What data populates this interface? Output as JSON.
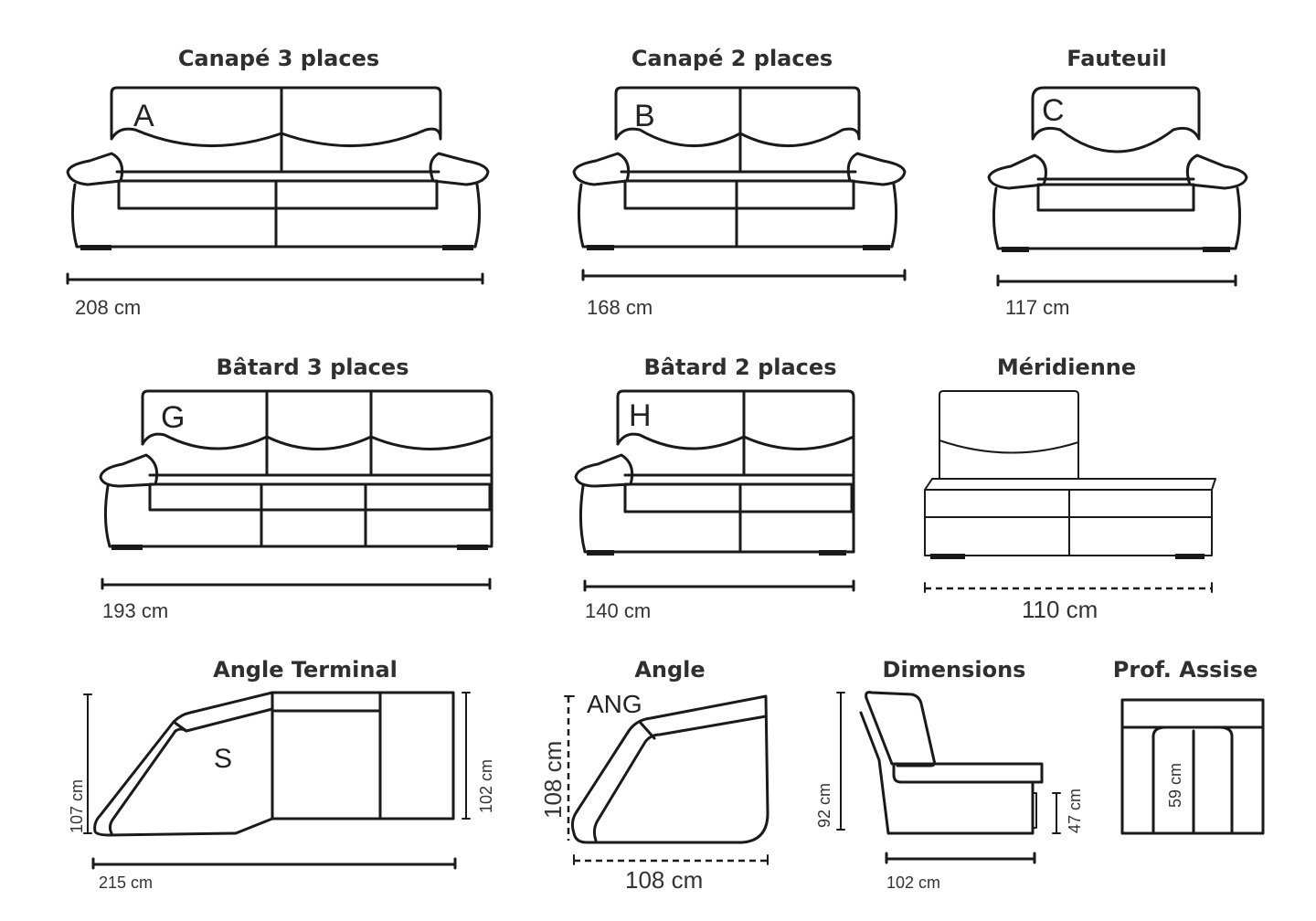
{
  "titles": {
    "canape3": "Canapé 3 places",
    "canape2": "Canapé 2 places",
    "fauteuil": "Fauteuil",
    "batard3": "Bâtard 3 places",
    "batard2": "Bâtard 2 places",
    "meridienne": "Méridienne",
    "angle_terminal": "Angle Terminal",
    "angle": "Angle",
    "dimensions": "Dimensions",
    "prof_assise": "Prof. Assise"
  },
  "letters": {
    "canape3": "A",
    "canape2": "B",
    "fauteuil": "C",
    "batard3": "G",
    "batard2": "H",
    "angle_terminal": "S",
    "angle": "ANG"
  },
  "measures": {
    "canape3_width": "208 cm",
    "canape2_width": "168 cm",
    "fauteuil_width": "117 cm",
    "batard3_width": "193 cm",
    "batard2_width": "140 cm",
    "meridienne_width": "110 cm",
    "angle_terminal_width": "215 cm",
    "angle_terminal_left": "107 cm",
    "angle_terminal_right": "102 cm",
    "angle_width": "108 cm",
    "angle_depth": "108 cm",
    "dimensions_height": "92 cm",
    "dimensions_seat_height": "47 cm",
    "dimensions_depth": "102 cm",
    "prof_assise_depth": "59 cm"
  }
}
